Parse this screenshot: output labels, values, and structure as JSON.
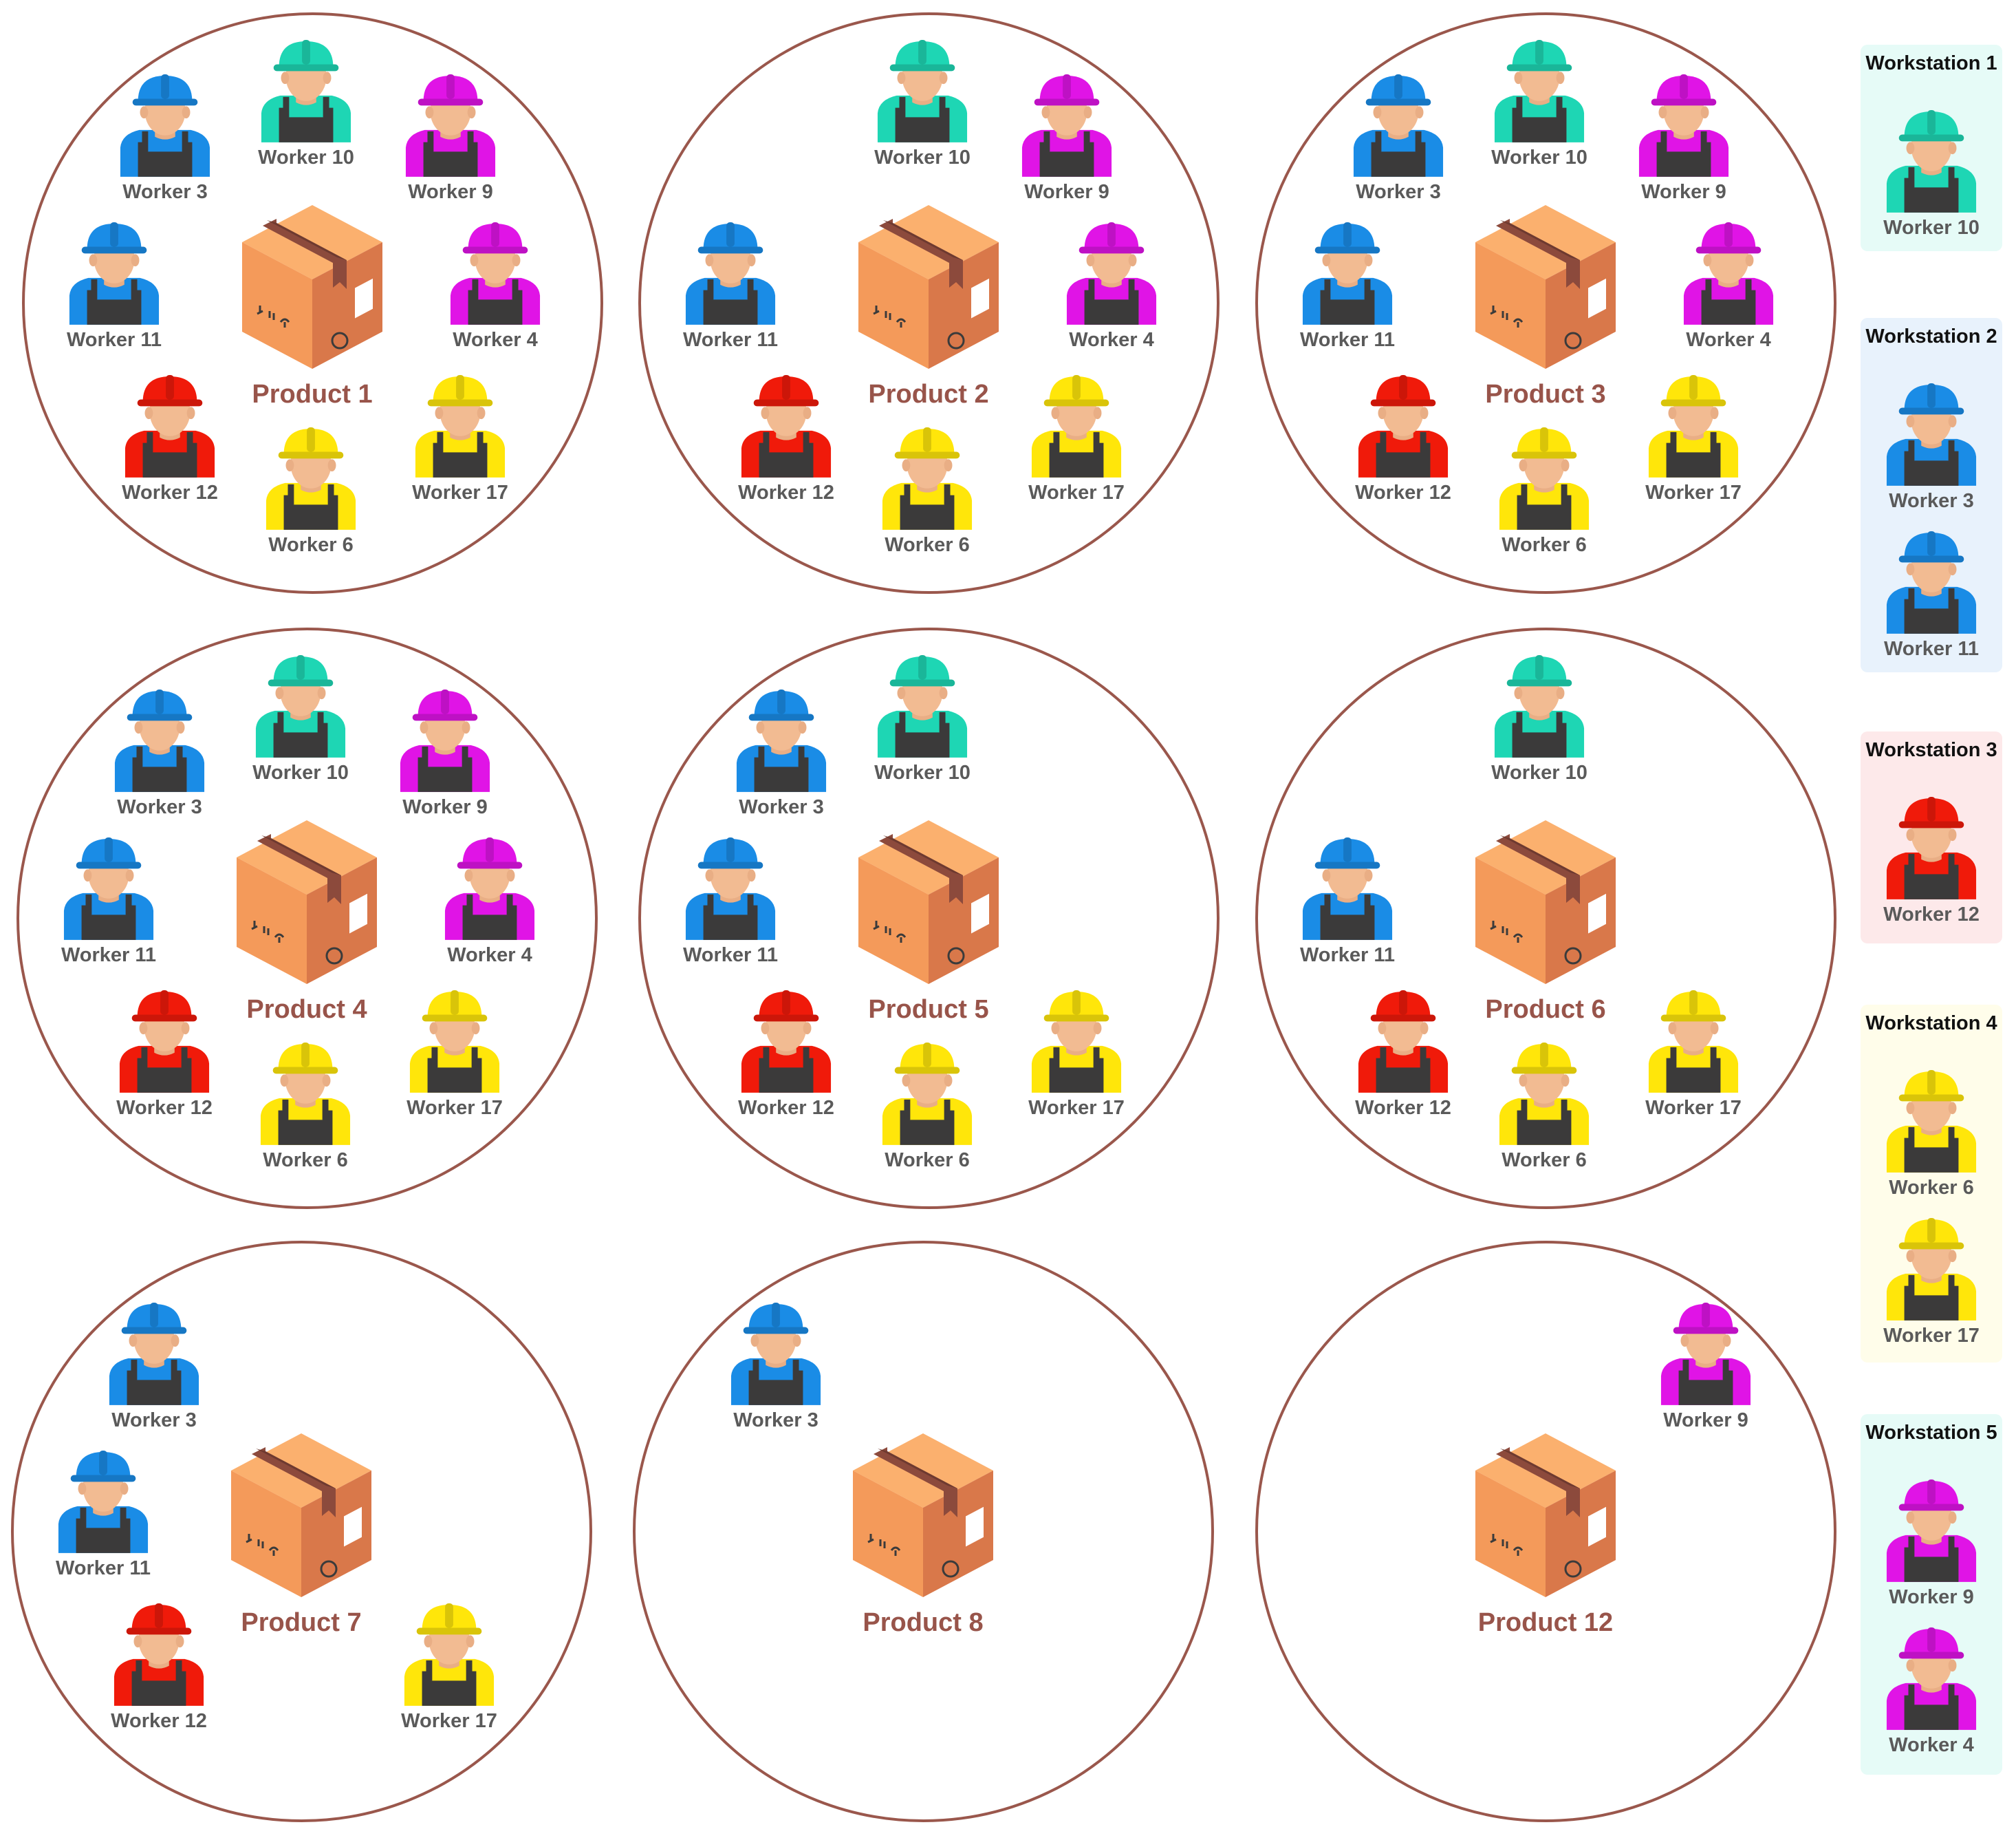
{
  "colors": {
    "blue": "#1a8ce6",
    "teal": "#1ed6b4",
    "magenta": "#e014e6",
    "red": "#f01a0a",
    "yellow": "#ffe60a",
    "circle_border": "#9a574c",
    "product_label": "#98544a"
  },
  "icon_names": {
    "worker": "worker-helmet-icon",
    "product": "cardboard-box-icon"
  },
  "workers": {
    "w3": {
      "label": "Worker 3",
      "color": "blue"
    },
    "w4": {
      "label": "Worker 4",
      "color": "magenta"
    },
    "w6": {
      "label": "Worker 6",
      "color": "yellow"
    },
    "w9": {
      "label": "Worker 9",
      "color": "magenta"
    },
    "w10": {
      "label": "Worker 10",
      "color": "teal"
    },
    "w11": {
      "label": "Worker 11",
      "color": "blue"
    },
    "w12": {
      "label": "Worker 12",
      "color": "red"
    },
    "w17": {
      "label": "Worker 17",
      "color": "yellow"
    }
  },
  "products": [
    {
      "label": "Product 1",
      "workers": [
        "w3",
        "w10",
        "w9",
        "w11",
        "w4",
        "w12",
        "w17",
        "w6"
      ]
    },
    {
      "label": "Product 2",
      "workers": [
        "w10",
        "w9",
        "w11",
        "w4",
        "w12",
        "w17",
        "w6"
      ]
    },
    {
      "label": "Product 3",
      "workers": [
        "w3",
        "w10",
        "w9",
        "w11",
        "w4",
        "w12",
        "w17",
        "w6"
      ]
    },
    {
      "label": "Product 4",
      "workers": [
        "w3",
        "w10",
        "w9",
        "w11",
        "w4",
        "w12",
        "w17",
        "w6"
      ]
    },
    {
      "label": "Product 5",
      "workers": [
        "w3",
        "w10",
        "w11",
        "w12",
        "w17",
        "w6"
      ]
    },
    {
      "label": "Product 6",
      "workers": [
        "w10",
        "w11",
        "w12",
        "w17",
        "w6"
      ]
    },
    {
      "label": "Product 7",
      "workers": [
        "w3",
        "w11",
        "w12",
        "w17"
      ]
    },
    {
      "label": "Product 8",
      "workers": [
        "w3"
      ]
    },
    {
      "label": "Product 12",
      "workers": [
        "w9"
      ]
    }
  ],
  "workstations": [
    {
      "title": "Workstation 1",
      "bg": "#e6fbf7",
      "workers": [
        "w10"
      ]
    },
    {
      "title": "Workstation 2",
      "bg": "#e8f2fc",
      "workers": [
        "w3",
        "w11"
      ]
    },
    {
      "title": "Workstation 3",
      "bg": "#fde9ea",
      "workers": [
        "w12"
      ]
    },
    {
      "title": "Workstation 4",
      "bg": "#fffdea",
      "workers": [
        "w6",
        "w17"
      ]
    },
    {
      "title": "Workstation 5",
      "bg": "#e6fbf7",
      "workers": [
        "w9",
        "w4"
      ]
    }
  ]
}
